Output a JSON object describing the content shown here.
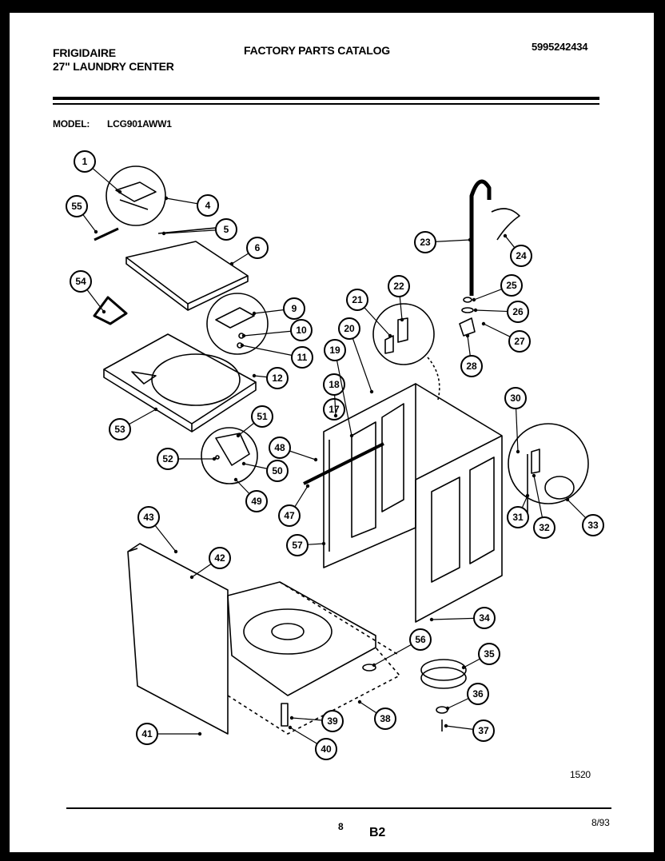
{
  "header": {
    "brand": "FRIGIDAIRE",
    "product_line": "27\" LAUNDRY CENTER",
    "catalog_title": "FACTORY PARTS CATALOG",
    "catalog_number": "5995242434"
  },
  "model": {
    "label": "MODEL:",
    "value": "LCG901AWW1"
  },
  "diagram": {
    "callouts": [
      "1",
      "4",
      "5",
      "6",
      "9",
      "10",
      "11",
      "12",
      "17",
      "18",
      "19",
      "20",
      "21",
      "22",
      "23",
      "24",
      "25",
      "26",
      "27",
      "28",
      "30",
      "31",
      "32",
      "33",
      "34",
      "35",
      "36",
      "37",
      "38",
      "39",
      "40",
      "41",
      "42",
      "43",
      "47",
      "48",
      "49",
      "50",
      "51",
      "52",
      "53",
      "54",
      "55",
      "56",
      "57"
    ],
    "figure_code": "1520"
  },
  "footer": {
    "page_number": "8",
    "section": "B2",
    "date": "8/93"
  }
}
